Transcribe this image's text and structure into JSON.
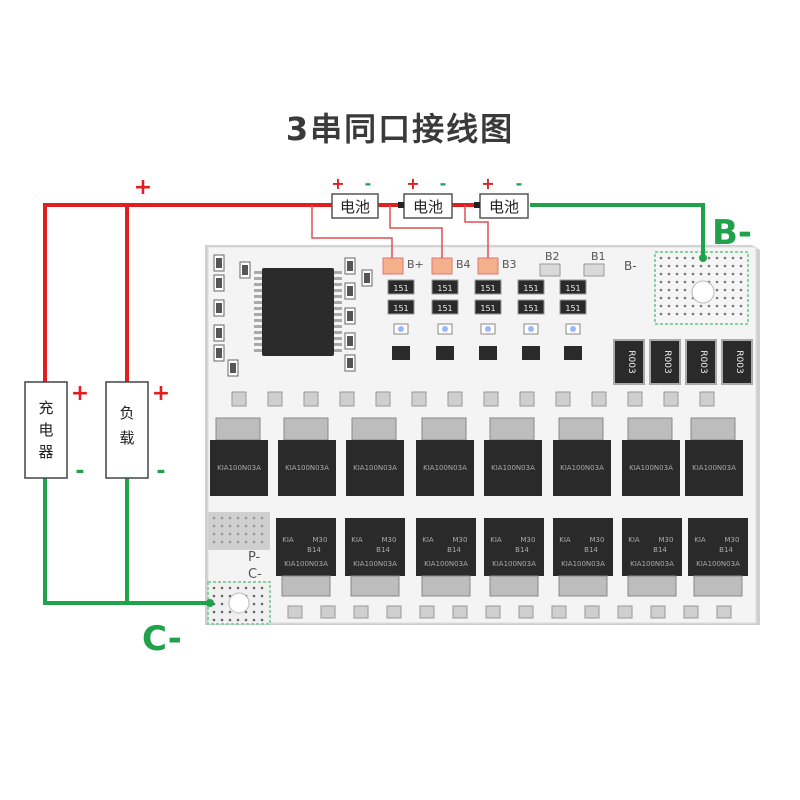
{
  "title": "3串同口接线图",
  "battery_label": "电池",
  "charger_label": [
    "充",
    "电",
    "器"
  ],
  "load_label": [
    "负",
    "载"
  ],
  "plus": "+",
  "minus": "-",
  "b_minus_label": "B-",
  "c_minus_label": "C-",
  "board": {
    "pad_labels": [
      "B+",
      "B4",
      "B3",
      "B2",
      "B1",
      "B-"
    ],
    "side_labels": [
      "P-",
      "C-"
    ],
    "smd_resistor_code": "151",
    "shunt_code": "R003",
    "mosfet_top_code": "KIA100N03A",
    "mosfet_bottom_code": [
      "KIA",
      "M30",
      "B14",
      "KIA100N03A"
    ]
  },
  "colors": {
    "positive_wire": "#e02020",
    "negative_wire": "#1fa24a",
    "sense_wire": "#e05050",
    "plus_sign": "#e02020",
    "minus_sign": "#22a04a",
    "pcb": "#f4f4f4",
    "mosfet": "#2a2a2a",
    "pad_copper": "#f3b08a"
  }
}
